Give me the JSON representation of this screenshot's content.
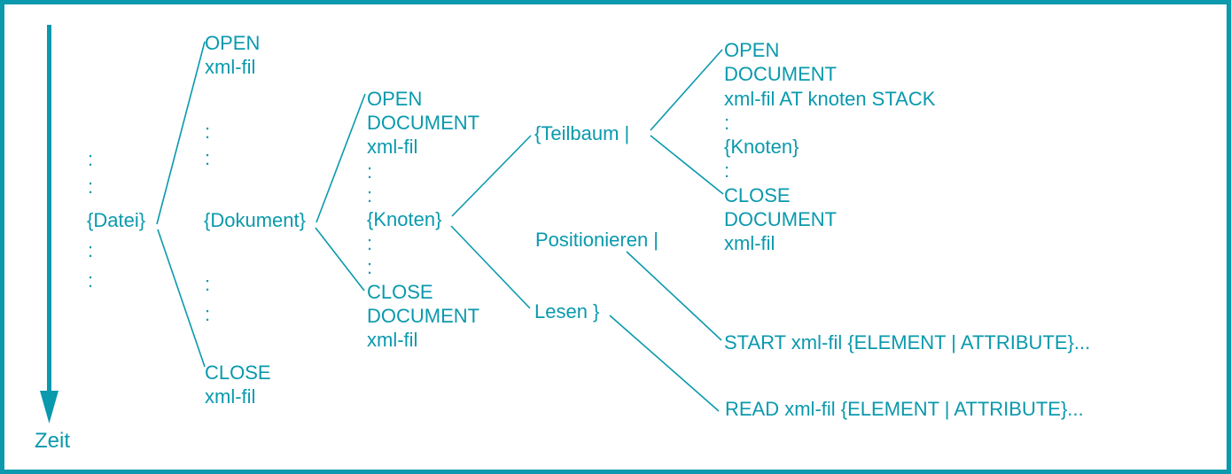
{
  "diagram": {
    "accent_color": "#0A99AD",
    "timeline": {
      "label": "Zeit"
    },
    "file_level": {
      "dots_above": [
        ":",
        ":"
      ],
      "label": "{Datei}",
      "dots_below": [
        ":",
        ":"
      ]
    },
    "document_level": {
      "open_block": [
        "OPEN",
        "xml-fil"
      ],
      "dots_above": [
        ":",
        ":"
      ],
      "label": "{Dokument}",
      "dots_below": [
        ":",
        ":"
      ],
      "close_block": [
        "CLOSE",
        "xml-fil"
      ]
    },
    "node_level": {
      "lines": [
        "OPEN",
        "DOCUMENT",
        "xml-fil",
        ":",
        ":",
        "{Knoten}",
        ":",
        ":",
        "CLOSE",
        "DOCUMENT",
        "xml-fil"
      ]
    },
    "node_branches": {
      "teilbaum_label": "{Teilbaum |",
      "positionieren_label": "Positionieren |",
      "lesen_label": "Lesen }"
    },
    "subtree_expansion": {
      "lines": [
        "OPEN",
        "DOCUMENT",
        "xml-fil AT knoten STACK",
        ":",
        "{Knoten}",
        ":",
        "CLOSE",
        "DOCUMENT",
        "xml-fil"
      ]
    },
    "statements": {
      "start": "START xml-fil {ELEMENT | ATTRIBUTE}...",
      "read": "READ xml-fil {ELEMENT | ATTRIBUTE}..."
    }
  }
}
